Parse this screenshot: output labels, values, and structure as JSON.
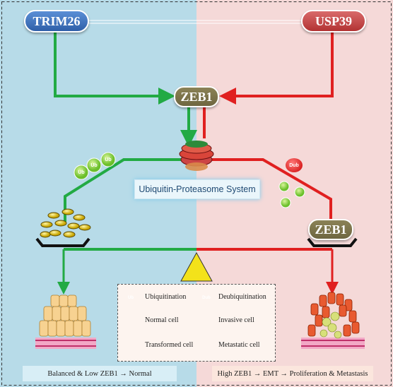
{
  "nodes": {
    "trim26": "TRIM26",
    "usp39": "USP39",
    "zeb1_top": "ZEB1",
    "zeb1_right": "ZEB1"
  },
  "ups_label": "Ubiquitin-Proteasome System",
  "badges": {
    "ub": "Ub",
    "dub": "Dub"
  },
  "legend": {
    "ubiquitination": "Ubiquitination",
    "deubiquitination": "Deubiquitination",
    "normal_cell": "Normal cell",
    "invasive_cell": "Invasive cell",
    "transformed_cell": "Transformed cell",
    "metastatic_cell": "Metastatic cell"
  },
  "captions": {
    "left": "Balanced & Low ZEB1 → Normal",
    "right": "High ZEB1 → EMT → Proliferation & Metastasis"
  },
  "colors": {
    "left_bg": "#b7dbe8",
    "right_bg": "#f5d9d8",
    "green_arrow": "#22aa44",
    "red_arrow": "#e02020",
    "fulcrum": "#f3e21a"
  }
}
